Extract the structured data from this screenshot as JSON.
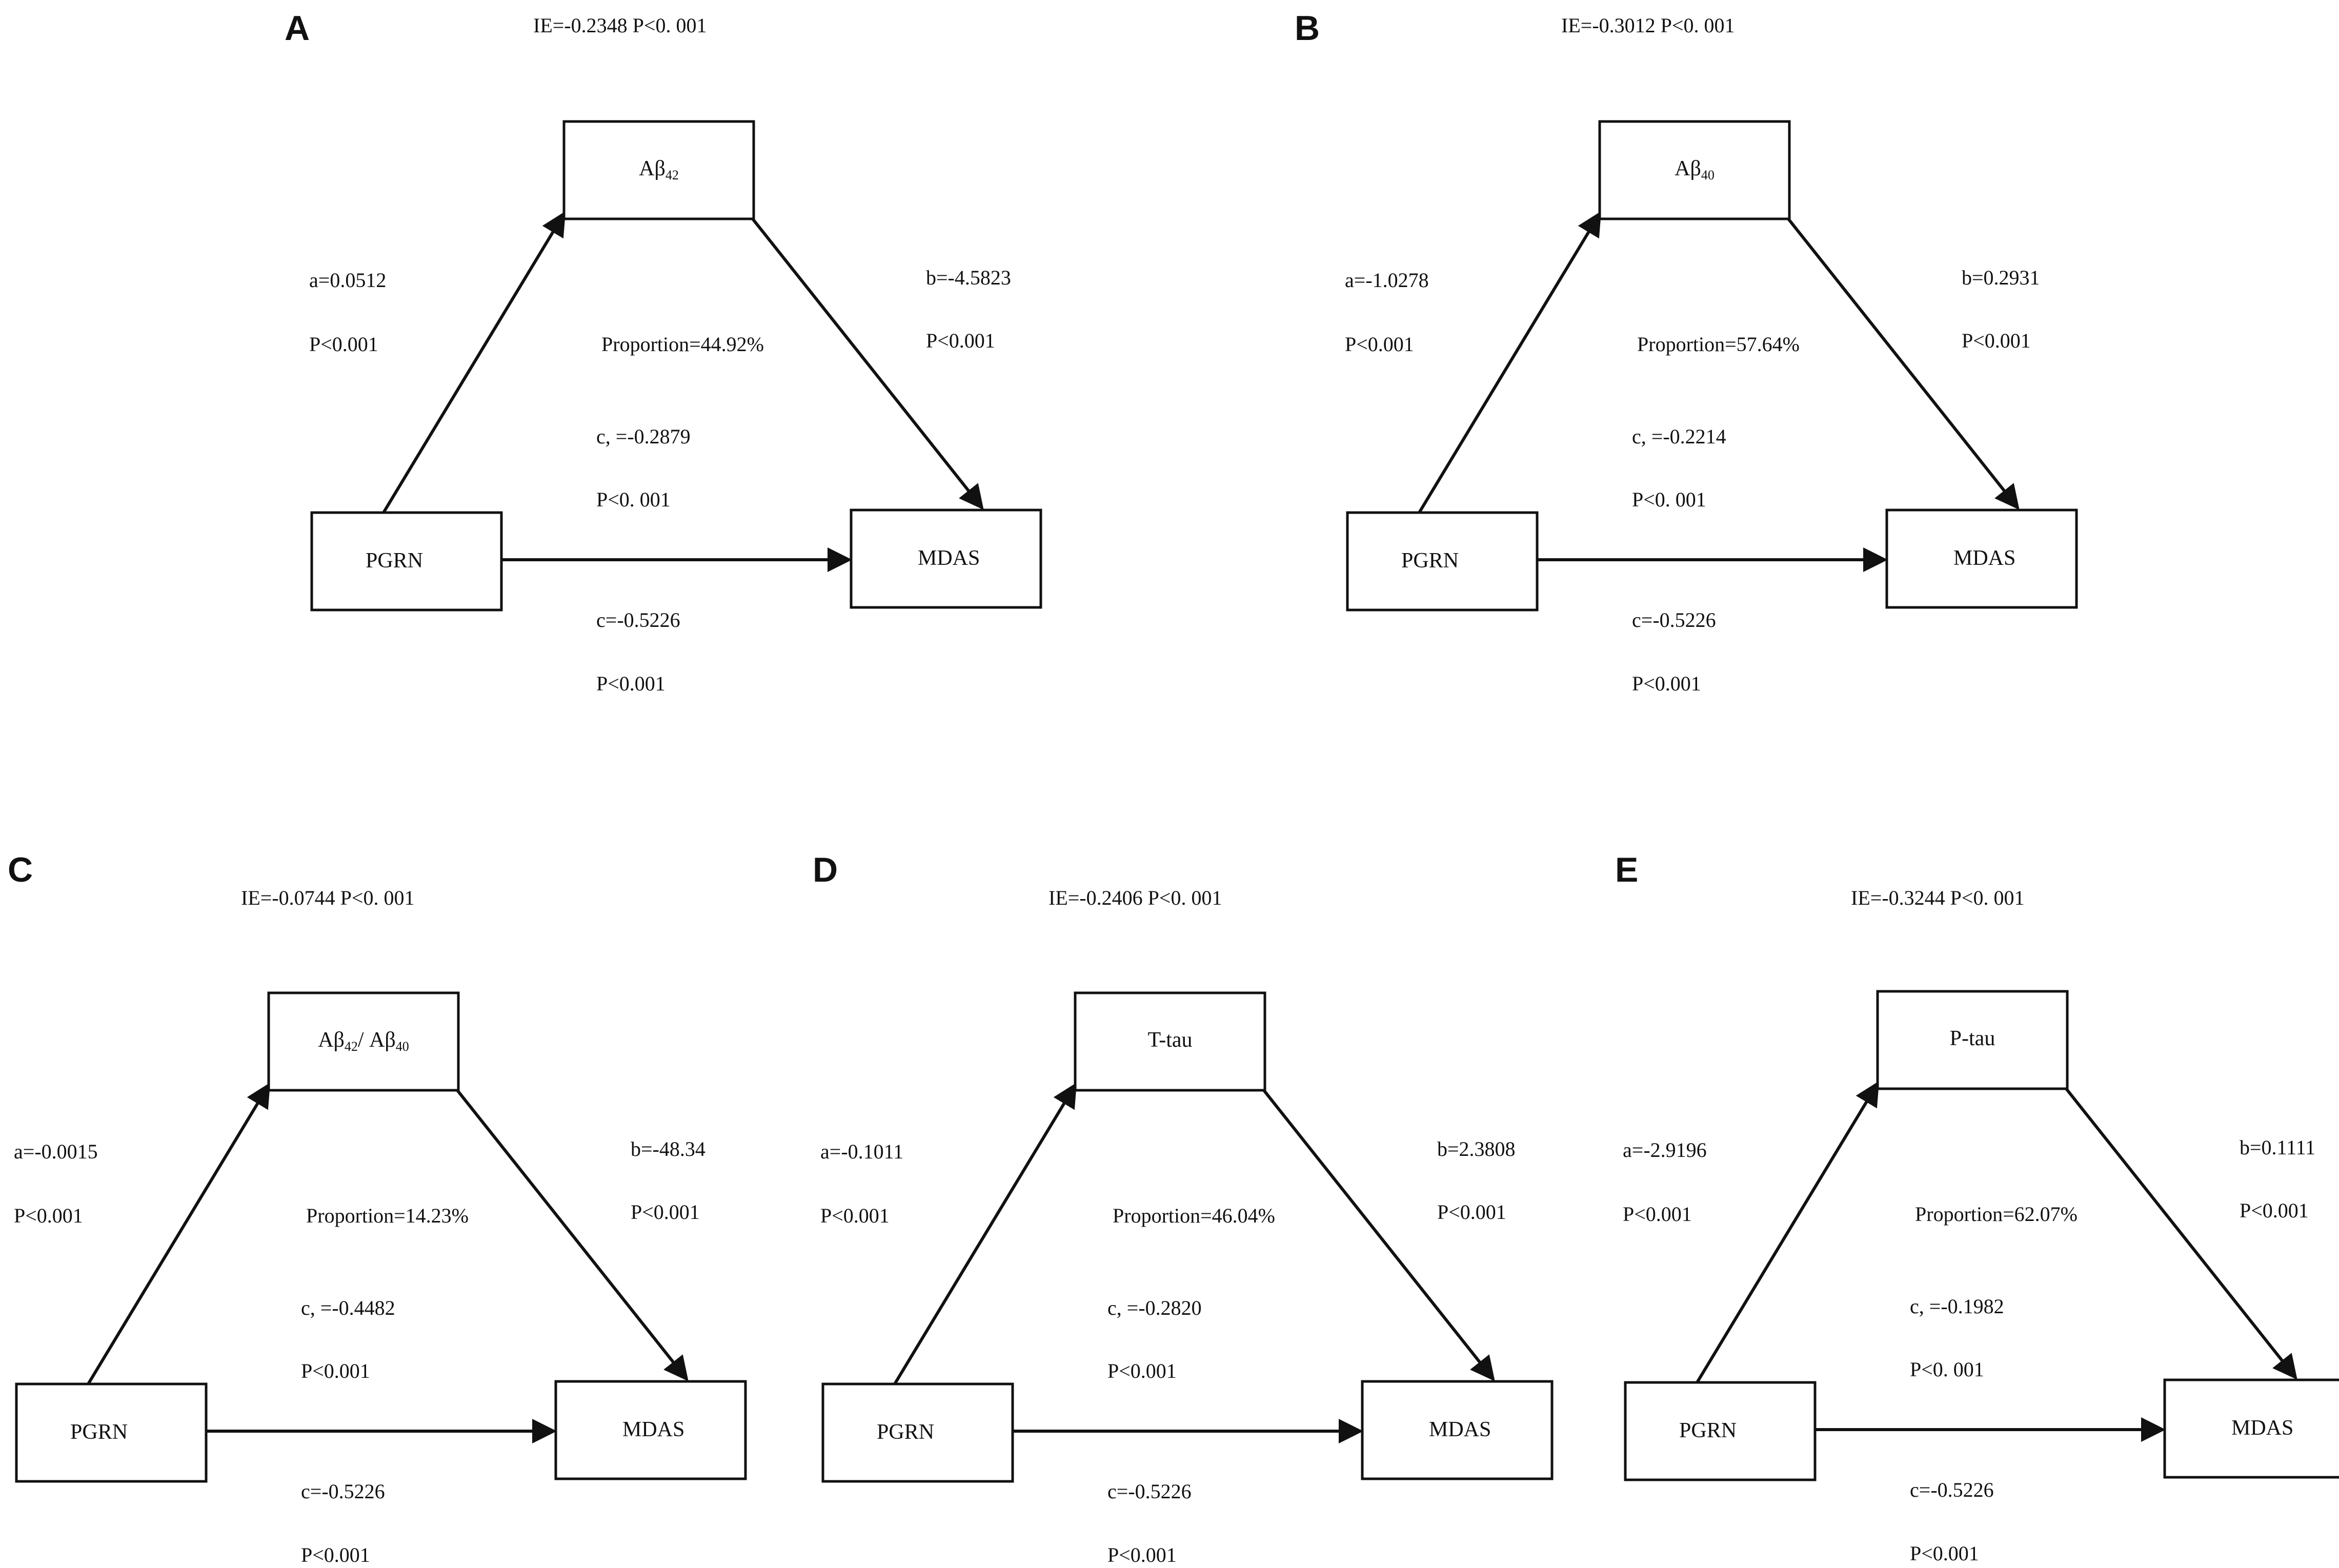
{
  "panels": [
    {
      "letter": "A",
      "ie": "IE=-0.2348 P<0. 001",
      "mediator": {
        "main": "Aβ",
        "sub": "42",
        "rest": "",
        "sub2": ""
      },
      "a": "a=0.0512",
      "a_p": "P<0.001",
      "b": "b=-4.5823",
      "b_p": "P<0.001",
      "proportion": "Proportion=44.92%",
      "c_direct": "c, =-0.2879",
      "c_direct_p": "P<0. 001",
      "c_total": "c=-0.5226",
      "c_total_p": "P<0.001",
      "x_label": "PGRN",
      "y_label": "MDAS"
    },
    {
      "letter": "B",
      "ie": "IE=-0.3012 P<0. 001",
      "mediator": {
        "main": "Aβ",
        "sub": "40",
        "rest": "",
        "sub2": ""
      },
      "a": "a=-1.0278",
      "a_p": "P<0.001",
      "b": "b=0.2931",
      "b_p": "P<0.001",
      "proportion": "Proportion=57.64%",
      "c_direct": "c, =-0.2214",
      "c_direct_p": "P<0. 001",
      "c_total": "c=-0.5226",
      "c_total_p": "P<0.001",
      "x_label": "PGRN",
      "y_label": "MDAS"
    },
    {
      "letter": "C",
      "ie": "IE=-0.0744 P<0. 001",
      "mediator": {
        "main": "Aβ",
        "sub": "42",
        "rest": "/ Aβ",
        "sub2": "40"
      },
      "a": "a=-0.0015",
      "a_p": "P<0.001",
      "b": "b=-48.34",
      "b_p": "P<0.001",
      "proportion": "Proportion=14.23%",
      "c_direct": "c, =-0.4482",
      "c_direct_p": "P<0.001",
      "c_total": "c=-0.5226",
      "c_total_p": "P<0.001",
      "x_label": "PGRN",
      "y_label": "MDAS"
    },
    {
      "letter": "D",
      "ie": "IE=-0.2406 P<0. 001",
      "mediator": {
        "main": "T-tau",
        "sub": "",
        "rest": "",
        "sub2": ""
      },
      "a": "a=-0.1011",
      "a_p": "P<0.001",
      "b": "b=2.3808",
      "b_p": "P<0.001",
      "proportion": "Proportion=46.04%",
      "c_direct": "c, =-0.2820",
      "c_direct_p": "P<0.001",
      "c_total": "c=-0.5226",
      "c_total_p": "P<0.001",
      "x_label": "PGRN",
      "y_label": "MDAS"
    },
    {
      "letter": "E",
      "ie": "IE=-0.3244 P<0. 001",
      "mediator": {
        "main": "P-tau",
        "sub": "",
        "rest": "",
        "sub2": ""
      },
      "a": "a=-2.9196",
      "a_p": "P<0.001",
      "b": "b=0.1111",
      "b_p": "P<0.001",
      "proportion": "Proportion=62.07%",
      "c_direct": "c, =-0.1982",
      "c_direct_p": "P<0. 001",
      "c_total": "c=-0.5226",
      "c_total_p": "P<0.001",
      "x_label": "PGRN",
      "y_label": "MDAS"
    }
  ]
}
